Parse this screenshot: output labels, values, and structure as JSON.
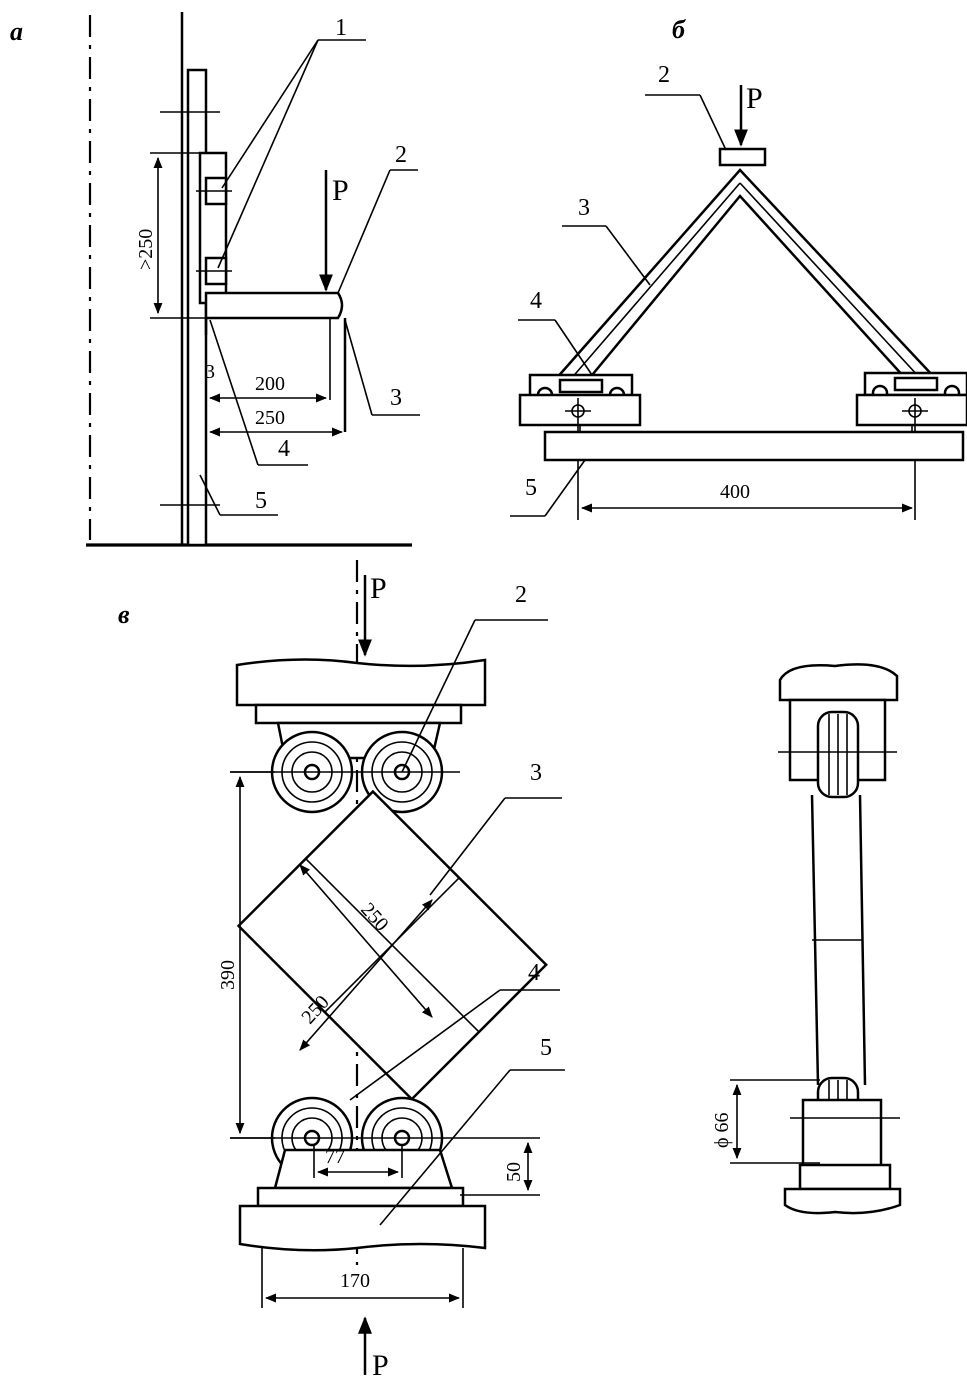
{
  "panels": {
    "a": {
      "letter": "а",
      "callouts": [
        "1",
        "2",
        "3",
        "3",
        "4",
        "5"
      ],
      "force": "P",
      "dims": {
        "height": ">250",
        "d200": "200",
        "d250": "250"
      }
    },
    "b": {
      "letter": "б",
      "callouts": [
        "2",
        "3",
        "4",
        "5"
      ],
      "force": "P",
      "dims": {
        "d400": "400"
      }
    },
    "v": {
      "letter": "в",
      "callouts": [
        "2",
        "3",
        "4",
        "5"
      ],
      "force_top": "P",
      "force_bottom": "P",
      "dims": {
        "d390": "390",
        "d250a": "250",
        "d250b": "250",
        "d77": "77",
        "d50": "50",
        "d170": "170",
        "phi66": "ϕ 66"
      }
    }
  }
}
